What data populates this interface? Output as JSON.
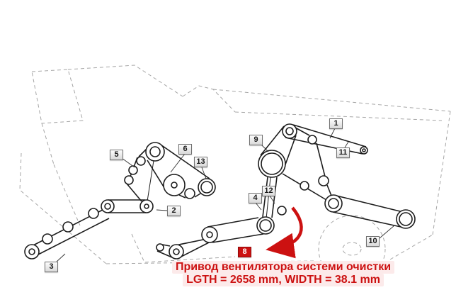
{
  "part_labels": {
    "n1": "1",
    "n2": "2",
    "n3": "3",
    "n4": "4",
    "n5": "5",
    "n6": "6",
    "n8": "8",
    "n9": "9",
    "n10": "10",
    "n11": "11",
    "n12": "12",
    "n13": "13"
  },
  "selected_part": "8",
  "caption": {
    "line1": "Привод вентилятора системи очистки",
    "line2": "LGTH = 2658 mm, WIDTH = 38.1 mm"
  },
  "colors": {
    "annotation_red": "#cc1111",
    "caption_highlight": "#fceaea",
    "label_background": "#f2f2f2",
    "label_border": "#707070",
    "selected_label_background": "#cc1111",
    "selected_label_text": "#ffffff",
    "belt_line": "#1c1c1c",
    "outline_dashed": "#a6a6a6"
  }
}
